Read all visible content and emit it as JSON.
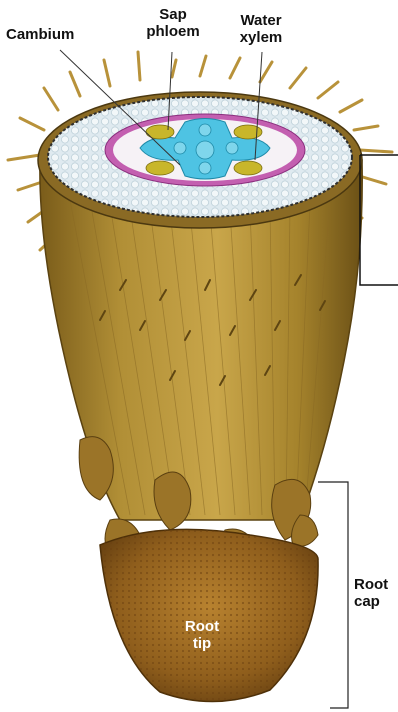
{
  "labels": {
    "cambium": "Cambium",
    "sap_phloem_1": "Sap",
    "sap_phloem_2": "phloem",
    "water_xylem_1": "Water",
    "water_xylem_2": "xylem",
    "root_cap_1": "Root",
    "root_cap_2": "cap",
    "root_tip_1": "Root",
    "root_tip_2": "tip"
  },
  "colors": {
    "root_surface": "#a8862f",
    "root_dark": "#6e5317",
    "cortex": "#dfeaf0",
    "pericycle": "#c35fb0",
    "xylem": "#4ec3e3",
    "phloem": "#c8b62a",
    "hair": "#b8923a"
  }
}
